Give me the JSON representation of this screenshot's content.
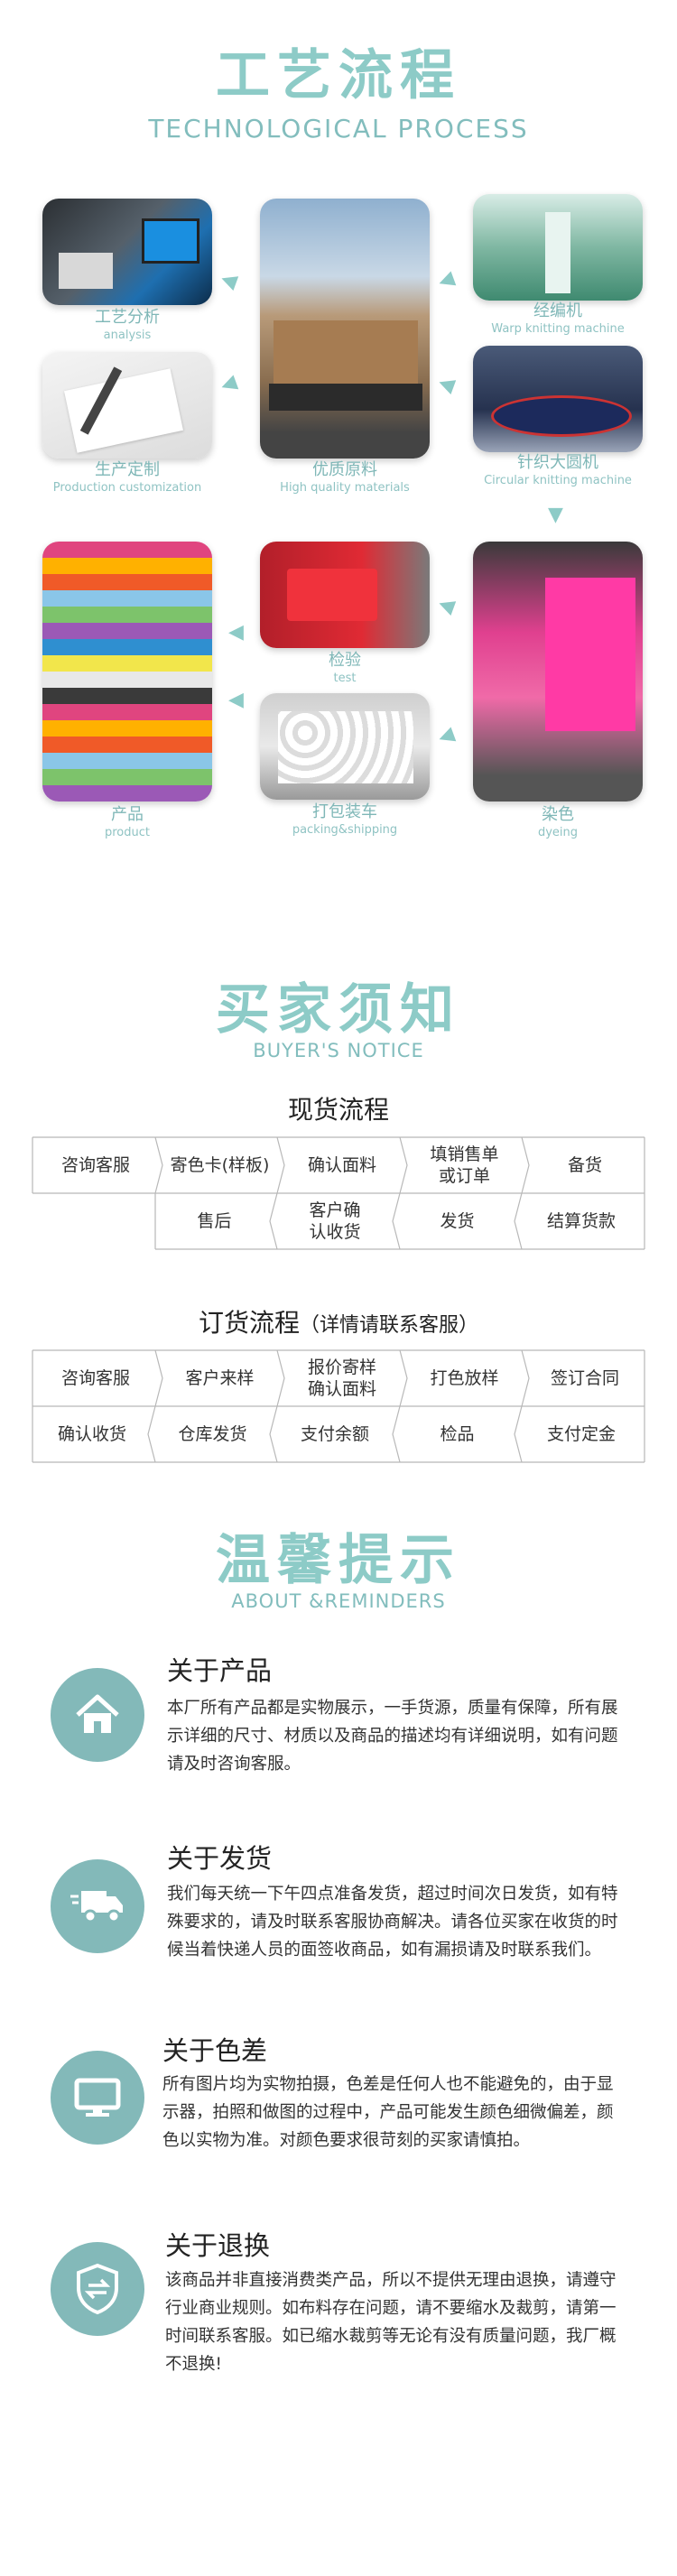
{
  "process": {
    "title": "工艺流程",
    "subtitle": "TECHNOLOGICAL PROCESS",
    "steps": {
      "analysis": {
        "cn": "工艺分析",
        "en": "analysis"
      },
      "production": {
        "cn": "生产定制",
        "en": "Production customization"
      },
      "materials": {
        "cn": "优质原料",
        "en": "High quality materials"
      },
      "warp": {
        "cn": "经编机",
        "en": "Warp knitting machine"
      },
      "circular": {
        "cn": "针织大圆机",
        "en": "Circular knitting machine"
      },
      "product": {
        "cn": "产品",
        "en": "product"
      },
      "test": {
        "cn": "检验",
        "en": "test"
      },
      "packing": {
        "cn": "打包装车",
        "en": "packing&shipping"
      },
      "dyeing": {
        "cn": "染色",
        "en": "dyeing"
      }
    }
  },
  "buyer": {
    "title": "买家须知",
    "subtitle": "BUYER'S NOTICE",
    "spot": {
      "title": "现货流程",
      "row1": [
        "咨询客服",
        "寄色卡(样板)",
        "确认面料",
        "填销售单\n或订单",
        "备货"
      ],
      "row2": [
        "售后",
        "客户确\n认收货",
        "发货",
        "结算货款"
      ]
    },
    "order": {
      "title": "订货流程",
      "note": "（详情请联系客服）",
      "row1": [
        "咨询客服",
        "客户来样",
        "报价寄样\n确认面料",
        "打色放样",
        "签订合同"
      ],
      "row2": [
        "确认收货",
        "仓库发货",
        "支付余额",
        "检品",
        "支付定金"
      ]
    }
  },
  "reminders": {
    "title": "温馨提示",
    "subtitle": "ABOUT &REMINDERS",
    "items": [
      {
        "icon": "home-icon",
        "head": "关于产品",
        "text": "本厂所有产品都是实物展示，一手货源，质量有保障，所有展示详细的尺寸、材质以及商品的描述均有详细说明，如有问题请及时咨询客服。"
      },
      {
        "icon": "truck-icon",
        "head": "关于发货",
        "text": "我们每天统一下午四点准备发货，超过时间次日发货，如有特殊要求的，请及时联系客服协商解决。请各位买家在收货的时候当着快递人员的面签收商品，如有漏损请及时联系我们。"
      },
      {
        "icon": "monitor-icon",
        "head": "关于色差",
        "text": "所有图片均为实物拍摄，色差是任何人也不能避免的，由于显示器，拍照和做图的过程中，产品可能发生颜色细微偏差，颜色以实物为准。对颜色要求很苛刻的买家请慎拍。"
      },
      {
        "icon": "shield-exchange-icon",
        "head": "关于退换",
        "text": "该商品并非直接消费类产品，所以不提供无理由退换，请遵守行业商业规则。如布料存在问题，请不要缩水及裁剪，请第一时间联系客服。如已缩水裁剪等无论有没有质量问题，我厂概不退换!"
      }
    ]
  },
  "colors": {
    "accent": "#8dcbc7",
    "icon_bg": "#83b9b9",
    "table_line": "#b8b8b8"
  }
}
